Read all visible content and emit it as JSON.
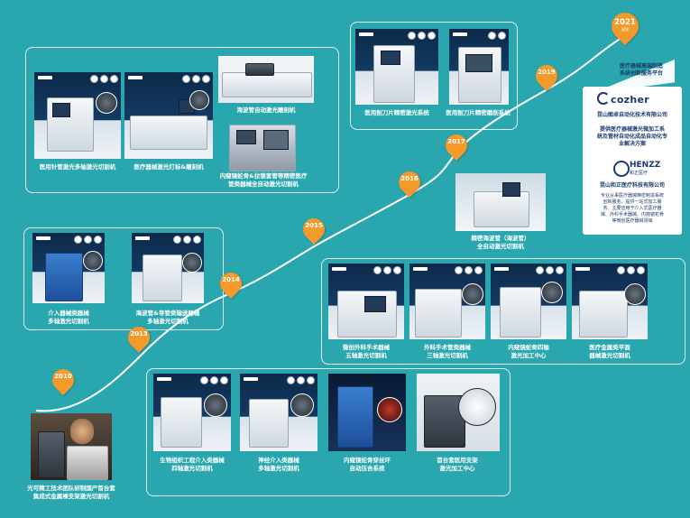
{
  "years": [
    {
      "label": "2010"
    },
    {
      "label": "2013"
    },
    {
      "label": "2014"
    },
    {
      "label": "2015"
    },
    {
      "label": "2016"
    },
    {
      "label": "2017"
    },
    {
      "label": "2019"
    },
    {
      "label": "2021",
      "sub": "展望"
    }
  ],
  "captions": {
    "p2010_1": "光可精工技术团队研制国产首台套",
    "p2010_2": "集成式金属裸支架激光切割机",
    "p2013a_1": "生物组织工程介入类器械",
    "p2013a_2": "四轴激光切割机",
    "p2013b_1": "神经介入类器械",
    "p2013b_2": "多轴激光切割机",
    "p2013c_1": "内窥镜蛇骨穿丝环",
    "p2013c_2": "自动压合系统",
    "p2013d_1": "首台套医用支架",
    "p2013d_2": "激光加工中心",
    "p2014a_1": "介入器械类器械",
    "p2014a_2": "多轴激光切割机",
    "p2014b_1": "海波管&导管类输送器械",
    "p2014b_2": "多轴激光切割机",
    "p2015a_1": "微创外科手术器械",
    "p2015a_2": "五轴激光切割机",
    "p2015b_1": "外科手术管类器械",
    "p2015b_2": "三轴激光切割机",
    "p2015c_1": "内窥镜蛇骨四轴",
    "p2015c_2": "激光加工中心",
    "p2015d_1": "医疗金属类平面",
    "p2015d_2": "器械激光切割机",
    "p2017_1": "精密海波管（海波管）",
    "p2017_2": "全自动激光切割机",
    "top_a": "医用针管激光多轴激光切割机",
    "top_b": "医疗器械激光打标&雕刻机",
    "top_c": "海波管自动激光雕刻机",
    "top_d1": "内窥镜蛇骨&拉锁套管等精密医疗",
    "top_d2": "管类器械全自动激光切割机",
    "top_e": "医用刨刀片精密激光系统",
    "top_f": "医用刨刀片精密磨削系统"
  },
  "right_panel": {
    "ribbon_1": "医疗器械高端制造",
    "ribbon_2": "系统创新服务平台",
    "brand1": "cozher",
    "company1": "昆山图卓自动化技术有限公司",
    "desc1_1": "提供医疗器械激光微加工系",
    "desc1_2": "统及管材自动化成品自动化专",
    "desc1_3": "业解决方案",
    "brand2": "HENZZ",
    "brand2_sub": "和正医疗",
    "company2": "昆山和正医疗科技有限公司",
    "desc2_1": "专业从事医疗器械精密制造系统",
    "desc2_2": "创新服务，提供一站式加工服",
    "desc2_3": "务。主要应用于介入式医疗器",
    "desc2_4": "械、外科手术器械、内窥镜蛇骨",
    "desc2_5": "等微创医疗器械领域"
  },
  "colors": {
    "background": "#2aa6ae",
    "pin": "#f39a2b",
    "brand": "#1a3b6e"
  }
}
